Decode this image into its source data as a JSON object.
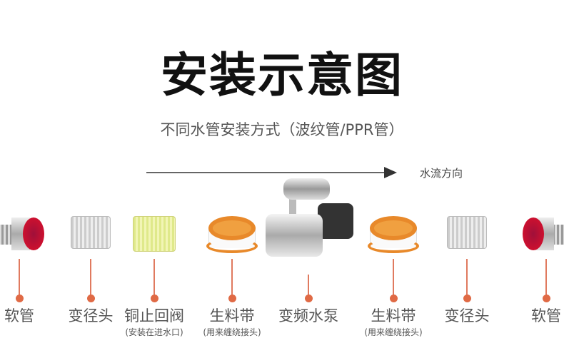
{
  "title": "安装示意图",
  "subtitle": "不同水管安装方式（波纹管/PPR管）",
  "flow_label": "水流方向",
  "items": [
    {
      "label": "软管",
      "sub": "",
      "icon": "hose-icon"
    },
    {
      "label": "变径头",
      "sub": "",
      "icon": "reducer-fitting-icon"
    },
    {
      "label": "铜止回阀",
      "sub": "(安装在进水口)",
      "icon": "check-valve-icon"
    },
    {
      "label": "生料带",
      "sub": "(用来缠绕接头)",
      "icon": "ptfe-tape-icon"
    },
    {
      "label": "变频水泵",
      "sub": "",
      "icon": "water-pump-icon"
    },
    {
      "label": "生料带",
      "sub": "(用来缠绕接头)",
      "icon": "ptfe-tape-icon"
    },
    {
      "label": "变径头",
      "sub": "",
      "icon": "reducer-fitting-icon"
    },
    {
      "label": "软管",
      "sub": "",
      "icon": "hose-icon"
    }
  ],
  "colors": {
    "accent": "#e06a45",
    "text": "#555555"
  }
}
